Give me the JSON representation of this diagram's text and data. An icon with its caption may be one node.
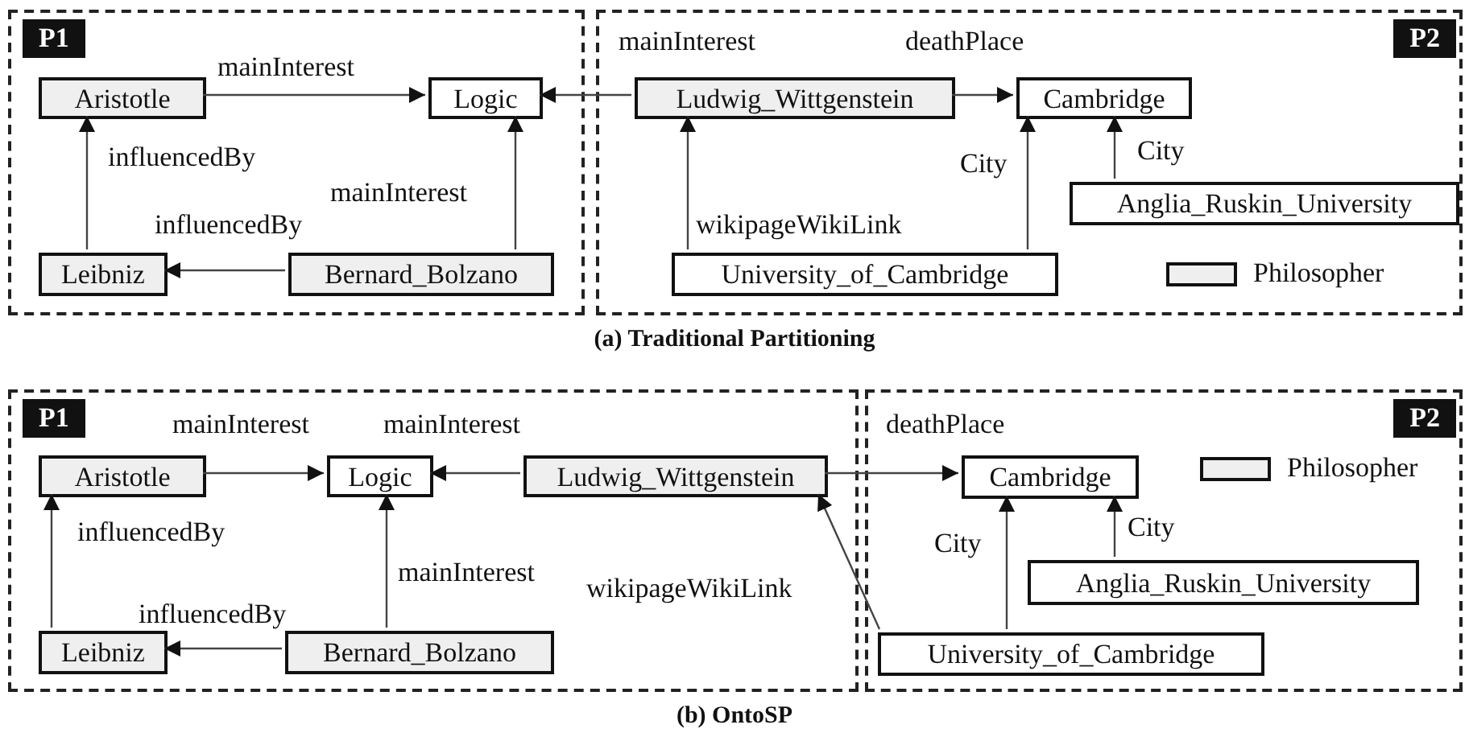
{
  "diagram": {
    "nodes": [
      {
        "text": [
          "P1"
        ]
      },
      {
        "text": [
          "Aristotle"
        ],
        "in": 0
      },
      {
        "text": [
          "Logic"
        ],
        "in": 0
      },
      {
        "text": [
          "Leibniz"
        ],
        "in": 0
      },
      {
        "text": [
          "Bernard_Bolzano"
        ],
        "in": 0
      },
      {
        "text": [
          "P2"
        ]
      },
      {
        "text": [
          "Ludwig_Wittgenstein"
        ],
        "in": 5
      },
      {
        "text": [
          "Cambridge"
        ],
        "in": 5
      },
      {
        "text": [
          "Anglia_Ruskin_University"
        ],
        "in": 5
      },
      {
        "text": [
          "University_of_Cambridge"
        ],
        "in": 5
      },
      {
        "text": [
          "P1"
        ]
      },
      {
        "text": [
          "Aristotle"
        ],
        "in": 10
      },
      {
        "text": [
          "Logic"
        ],
        "in": 10
      },
      {
        "text": [
          "Ludwig_Wittgenstein"
        ],
        "in": 10
      },
      {
        "text": [
          "Leibniz"
        ],
        "in": 10
      },
      {
        "text": [
          "Bernard_Bolzano"
        ],
        "in": 10
      },
      {
        "text": [
          "P2"
        ]
      },
      {
        "text": [
          "Cambridge"
        ],
        "in": 16
      },
      {
        "text": [
          "Anglia_Ruskin_University"
        ],
        "in": 16
      },
      {
        "text": [
          "University_of_Cambridge"
        ],
        "in": 16
      }
    ],
    "edges": [
      {
        "from": 1,
        "to": 2,
        "arrow": "to",
        "label": "mainInterest"
      },
      {
        "from": 6,
        "to": 2,
        "arrow": "to",
        "label": "mainInterest"
      },
      {
        "from": 6,
        "to": 7,
        "arrow": "to",
        "label": "deathPlace"
      },
      {
        "from": 3,
        "to": 1,
        "arrow": "to",
        "label": "influencedBy"
      },
      {
        "from": 4,
        "to": 3,
        "arrow": "to",
        "label": "influencedBy"
      },
      {
        "from": 4,
        "to": 2,
        "arrow": "to",
        "label": "mainInterest"
      },
      {
        "from": 9,
        "to": 6,
        "arrow": "to",
        "label": "wikipageWikiLink"
      },
      {
        "from": 9,
        "to": 7,
        "arrow": "to",
        "label": "City"
      },
      {
        "from": 8,
        "to": 7,
        "arrow": "to",
        "label": "City"
      },
      {
        "from": 11,
        "to": 12,
        "arrow": "to",
        "label": "mainInterest"
      },
      {
        "from": 13,
        "to": 12,
        "arrow": "to",
        "label": "mainInterest"
      },
      {
        "from": 13,
        "to": 17,
        "arrow": "to",
        "label": "deathPlace"
      },
      {
        "from": 14,
        "to": 11,
        "arrow": "to",
        "label": "influencedBy"
      },
      {
        "from": 15,
        "to": 14,
        "arrow": "to",
        "label": "influencedBy"
      },
      {
        "from": 15,
        "to": 12,
        "arrow": "to",
        "label": "mainInterest"
      },
      {
        "from": 19,
        "to": 13,
        "arrow": "to",
        "label": "wikipageWikiLink"
      },
      {
        "from": 19,
        "to": 17,
        "arrow": "to",
        "label": "City"
      },
      {
        "from": 18,
        "to": 17,
        "arrow": "to",
        "label": "City"
      }
    ],
    "labels": [
      "(a) Traditional Partitioning",
      "(b) OntoSP"
    ],
    "legend": [
      {
        "text": "Philosopher",
        "color": "#efefef"
      },
      {
        "text": "Philosopher",
        "color": "#efefef"
      }
    ]
  }
}
